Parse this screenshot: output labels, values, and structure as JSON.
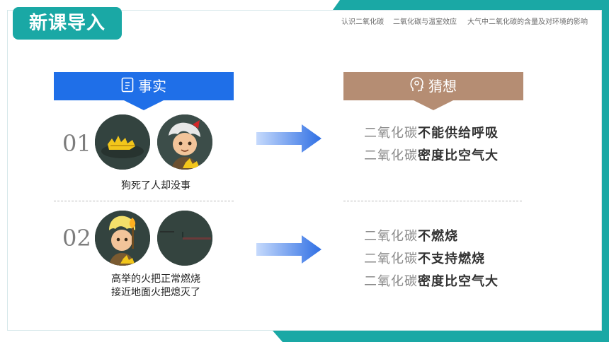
{
  "badge": {
    "title": "新课导入"
  },
  "nav": {
    "items": [
      "认识二氧化碳",
      "二氧化碳与温室效应",
      "大气中二氧化碳的含量及对环境的影响"
    ]
  },
  "fact_header": {
    "label": "事实",
    "icon": "document-icon",
    "color": "#1f6fe8"
  },
  "guess_header": {
    "label": "猜想",
    "icon": "thinking-head-icon",
    "color": "#b58d73"
  },
  "row1": {
    "number": "01",
    "caption": "狗死了人却没事",
    "guesses": [
      {
        "prefix": "二氧化碳",
        "emph": "不能供给呼吸"
      },
      {
        "prefix": "二氧化碳",
        "emph": "密度比空气大"
      }
    ]
  },
  "row2": {
    "number": "02",
    "caption_line1": "高举的火把正常燃烧",
    "caption_line2": "接近地面火把熄灭了",
    "guesses": [
      {
        "prefix": "二氧化碳",
        "emph": "不燃烧"
      },
      {
        "prefix": "二氧化碳",
        "emph": "不支持燃烧"
      },
      {
        "prefix": "二氧化碳",
        "emph": "密度比空气大"
      }
    ]
  },
  "colors": {
    "teal": "#1aa8a5",
    "arrow": "#3f7fe6"
  }
}
